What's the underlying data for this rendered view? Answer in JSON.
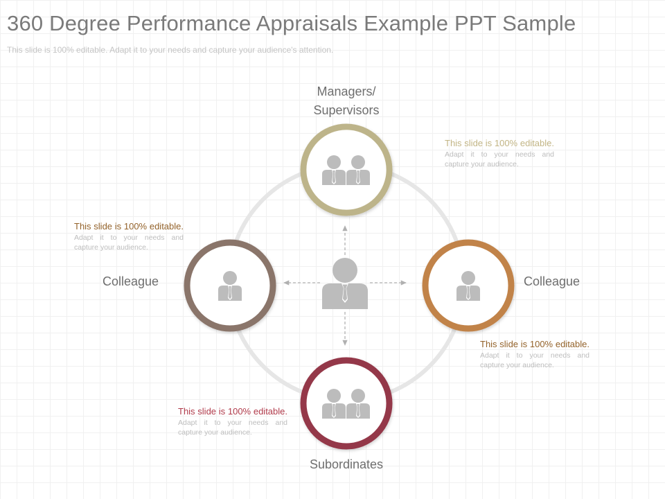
{
  "slide": {
    "title": "360 Degree Performance Appraisals Example PPT Sample",
    "subtitle": "This slide is 100% editable. Adapt it to your needs and capture your audience's attention."
  },
  "nodes": {
    "top": {
      "label_line1": "Managers/",
      "label_line2": "Supervisors",
      "color": "#bdb48a",
      "icon": "two-people-icon"
    },
    "left": {
      "label": "Colleague",
      "color": "#8a746b",
      "icon": "person-icon"
    },
    "right": {
      "label": "Colleague",
      "color": "#c1834a",
      "icon": "person-icon"
    },
    "bottom": {
      "label": "Subordinates",
      "color": "#94394a",
      "icon": "two-people-icon"
    },
    "center": {
      "icon": "person-icon"
    }
  },
  "notes": {
    "top_right": {
      "lead": "This slide is 100% editable.",
      "body": "Adapt it to your needs and capture your audience."
    },
    "top_left": {
      "lead": "This slide is 100% editable.",
      "body": "Adapt it to your needs and capture your audience."
    },
    "bottom_right": {
      "lead": "This slide is 100% editable.",
      "body": "Adapt it to your needs and capture your audience."
    },
    "bottom_left": {
      "lead": "This slide is 100% editable.",
      "body": "Adapt it to your needs and capture your audience."
    }
  },
  "colors": {
    "icon_gray": "#bcbcbc",
    "ring_track": "#e6e6e6",
    "arrow": "#b0b0b0"
  }
}
